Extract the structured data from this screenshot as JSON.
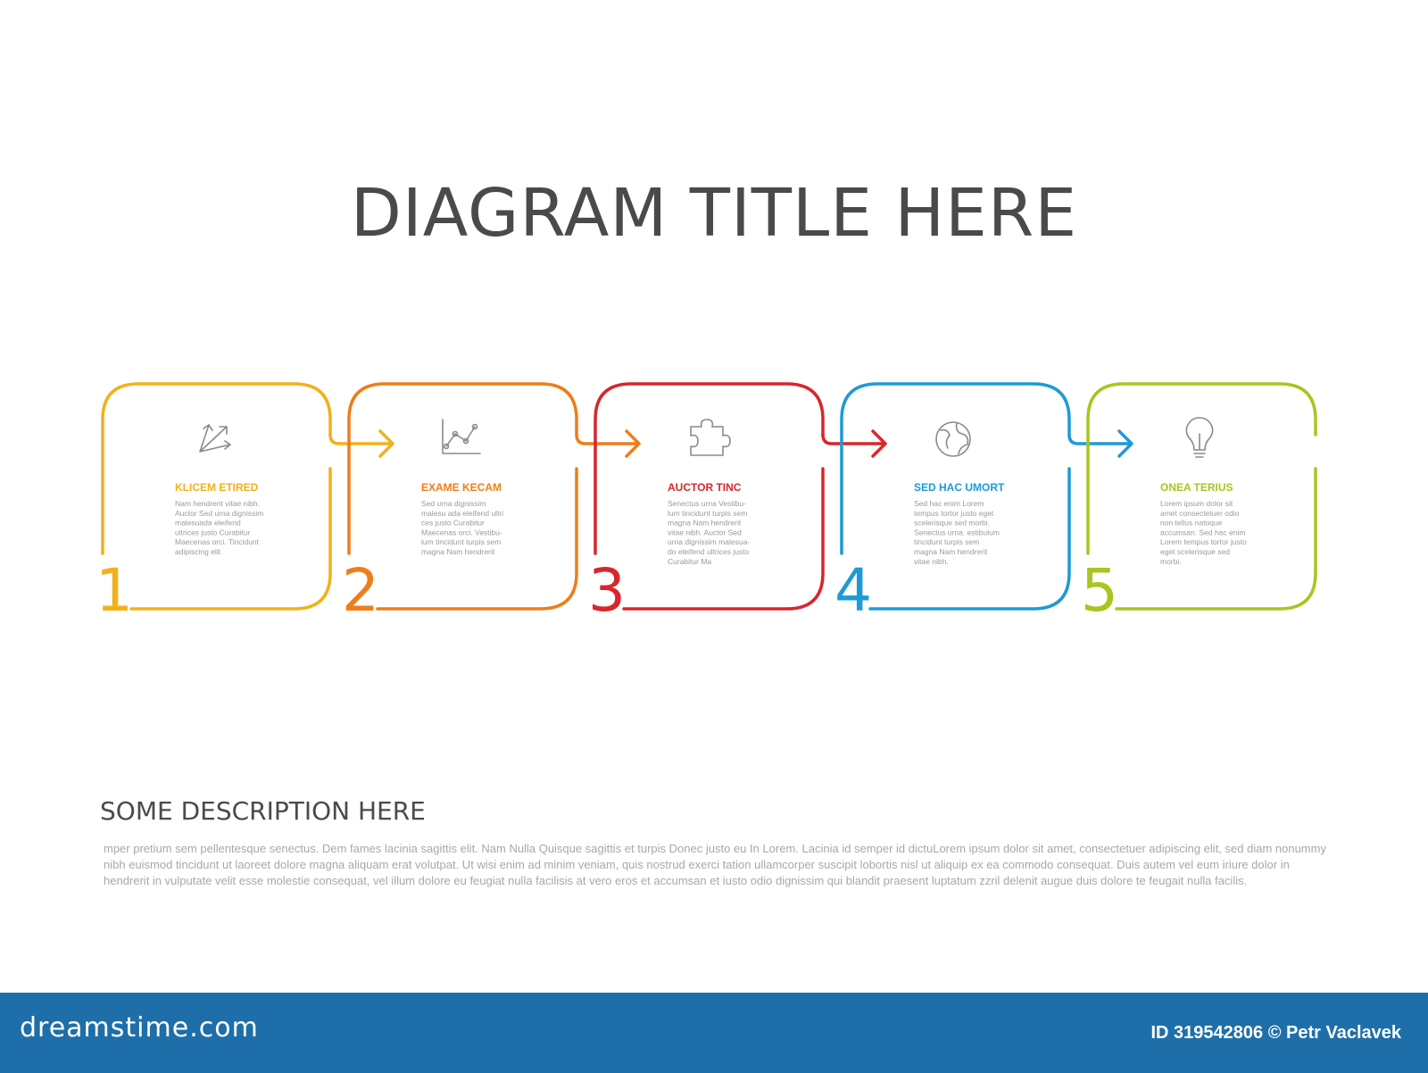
{
  "title": "DIAGRAM TITLE HERE",
  "steps": [
    {
      "number": "1",
      "color": "#f2b11a",
      "icon": "arrows-diverge-icon",
      "title": "KLICEM ETIRED",
      "lines": [
        "Nam hendrerit vitae nibh.",
        "Auctor Sed urna dignissim",
        "malesuada eleifend",
        "ultrices justo Curabitur",
        "Maecenas orci. Tincidunt",
        "adipiscing elit"
      ]
    },
    {
      "number": "2",
      "color": "#ee7d1a",
      "icon": "line-chart-icon",
      "title": "EXAME KECAM",
      "lines": [
        "Sed urna dignissim",
        "malesu ada eleifend ultri",
        "ces justo Curabitur",
        "Maecenas orci. Vestibu-",
        "lum tincidunt turpis sem",
        "magna Nam hendrerit"
      ]
    },
    {
      "number": "3",
      "color": "#d8262b",
      "icon": "puzzle-icon",
      "title": "AUCTOR TINC",
      "lines": [
        "Senectus urna Vestibu-",
        "lum tincidunt turpis sem",
        "magna Nam hendrerit",
        "vitae nibh. Auctor Sed",
        "urna dignissim malesua-",
        "do eleifend ultrices justo",
        "Curabitur Ma"
      ]
    },
    {
      "number": "4",
      "color": "#1e9ad6",
      "icon": "globe-icon",
      "title": "SED HAC UMORT",
      "lines": [
        "Sed hac enim Lorem",
        "tempus tortor justo eget",
        "scelerisque sed morbi.",
        "Senectus urna. estibulum",
        "tincidunt turpis sem",
        "magna Nam hendrerit",
        "vitae nibh."
      ]
    },
    {
      "number": "5",
      "color": "#a8c520",
      "icon": "lightbulb-icon",
      "title": "ONEA TERIUS",
      "lines": [
        "Lorem ipsum dolor sit",
        "amet consectetuer odio",
        "non tellus natoque",
        "accumsan. Sed hac enim",
        "Lorem tempus tortor justo",
        "eget scelerisque sed",
        "morbi."
      ]
    }
  ],
  "description": {
    "title": "SOME DESCRIPTION HERE",
    "text": "mper pretium sem pellentesque senectus. Dem fames lacinia sagittis elit. Nam Nulla Quisque sagittis et turpis Donec justo eu In Lorem. Lacinia id semper id dictuLorem ipsum dolor sit amet, consectetuer adipiscing elit, sed diam nonummy nibh euismod tincidunt ut laoreet dolore magna aliquam erat volutpat. Ut wisi enim ad minim veniam, quis nostrud exerci tation ullamcorper suscipit lobortis nisl ut aliquip ex ea commodo consequat. Duis autem vel eum iriure dolor in hendrerit in vulputate velit esse molestie consequat, vel illum dolore eu feugiat nulla facilisis at vero eros et accumsan et iusto odio dignissim qui blandit praesent luptatum zzril delenit augue duis dolore te feugait nulla facilis."
  },
  "footer": {
    "brand": "dreamstime.com",
    "credit": "ID 319542806 © Petr Vaclavek",
    "color": "#1e6fa9"
  }
}
